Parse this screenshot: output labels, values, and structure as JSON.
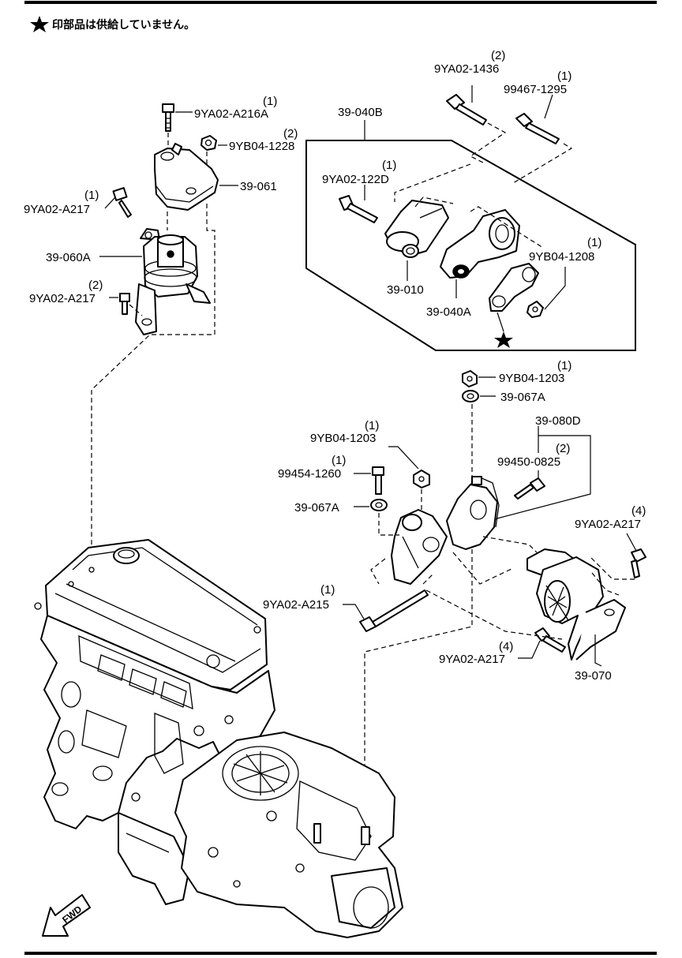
{
  "header_note": "印部品は供給していません。",
  "fwd_label": "FWD",
  "labels": {
    "p_9ya02_a216a": "9YA02-A216A",
    "q_9ya02_a216a": "(1)",
    "p_9yb04_1228": "9YB04-1228",
    "q_9yb04_1228": "(2)",
    "p_39_061": "39-061",
    "p_9ya02_a217_top": "9YA02-A217",
    "q_9ya02_a217_top": "(1)",
    "p_39_060a": "39-060A",
    "p_9ya02_a217_mid": "9YA02-A217",
    "q_9ya02_a217_mid": "(2)",
    "p_39_040b": "39-040B",
    "p_9ya02_1436": "9YA02-1436",
    "q_9ya02_1436": "(2)",
    "p_99467_1295": "99467-1295",
    "q_99467_1295": "(1)",
    "p_9ya02_122d": "9YA02-122D",
    "q_9ya02_122d": "(1)",
    "p_9yb04_1208": "9YB04-1208",
    "q_9yb04_1208": "(1)",
    "p_39_010": "39-010",
    "p_39_040a": "39-040A",
    "p_9yb04_1203_right": "9YB04-1203",
    "q_9yb04_1203_right": "(1)",
    "p_39_067a_right": "39-067A",
    "p_39_080d": "39-080D",
    "p_99450_0825": "99450-0825",
    "q_99450_0825": "(2)",
    "p_9yb04_1203_left": "9YB04-1203",
    "q_9yb04_1203_left": "(1)",
    "p_99454_1260": "99454-1260",
    "q_99454_1260": "(1)",
    "p_39_067a_left": "39-067A",
    "p_9ya02_a217_right": "9YA02-A217",
    "q_9ya02_a217_right": "(4)",
    "p_9ya02_a215": "9YA02-A215",
    "q_9ya02_a215": "(1)",
    "p_9ya02_a217_low": "9YA02-A217",
    "q_9ya02_a217_low": "(4)",
    "p_39_070": "39-070"
  }
}
